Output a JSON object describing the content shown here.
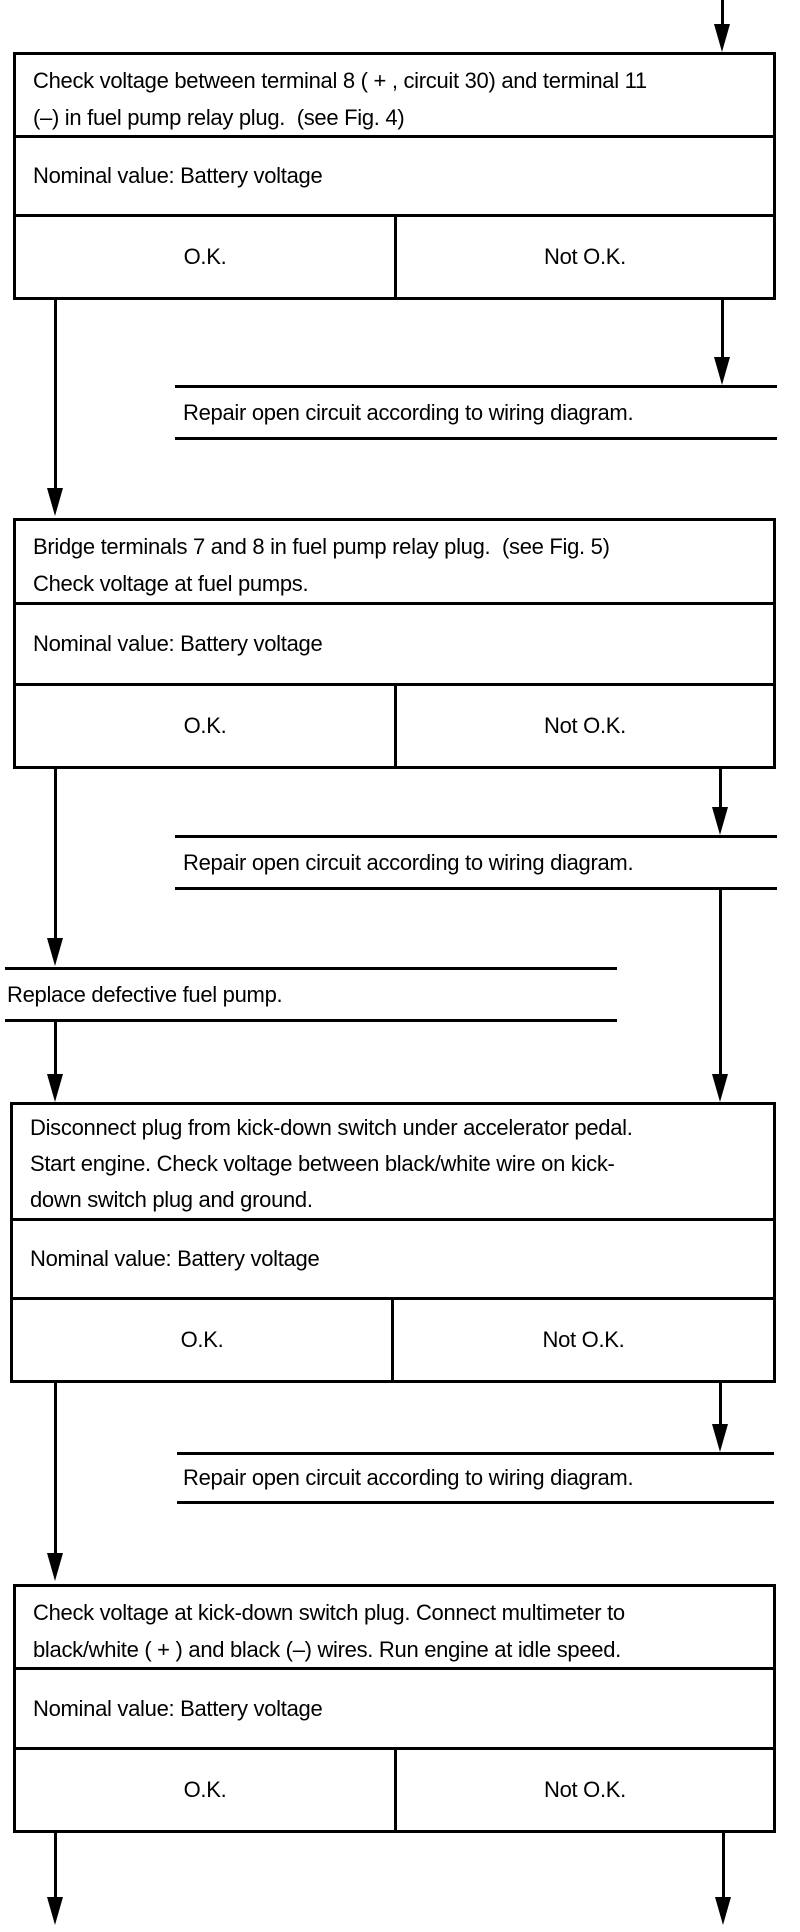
{
  "flow": {
    "boxes": [
      {
        "id": "check-relay-voltage",
        "instruction": "Check voltage between terminal 8 ( + , circuit 30) and terminal 11\n(–) in fuel pump relay plug.  (see Fig. 4)",
        "nominal": "Nominal value: Battery voltage",
        "ok": "O.K.",
        "not_ok": "Not O.K."
      },
      {
        "id": "bridge-terminals",
        "instruction": "Bridge terminals 7 and 8 in fuel pump relay plug.  (see Fig. 5)\nCheck voltage at fuel pumps.",
        "nominal": "Nominal value: Battery voltage",
        "ok": "O.K.",
        "not_ok": "Not O.K."
      },
      {
        "id": "disconnect-kickdown-plug",
        "instruction": "Disconnect plug from kick-down switch under accelerator pedal.\nStart engine. Check voltage between black/white wire on kick-\ndown switch plug and ground.",
        "nominal": "Nominal value: Battery voltage",
        "ok": "O.K.",
        "not_ok": "Not O.K."
      },
      {
        "id": "check-kickdown-voltage",
        "instruction": "Check voltage at kick-down switch plug. Connect multimeter to\nblack/white ( + ) and black (–) wires. Run engine at idle speed.",
        "nominal": "Nominal value: Battery voltage",
        "ok": "O.K.",
        "not_ok": "Not O.K."
      }
    ],
    "actions": {
      "repair_1": "Repair open circuit according to wiring diagram.",
      "repair_2": "Repair open circuit according to wiring diagram.",
      "repair_3": "Repair open circuit according to wiring diagram.",
      "replace_pump": "Replace defective fuel pump."
    },
    "colors": {
      "line": "#000000",
      "background": "#ffffff"
    }
  }
}
